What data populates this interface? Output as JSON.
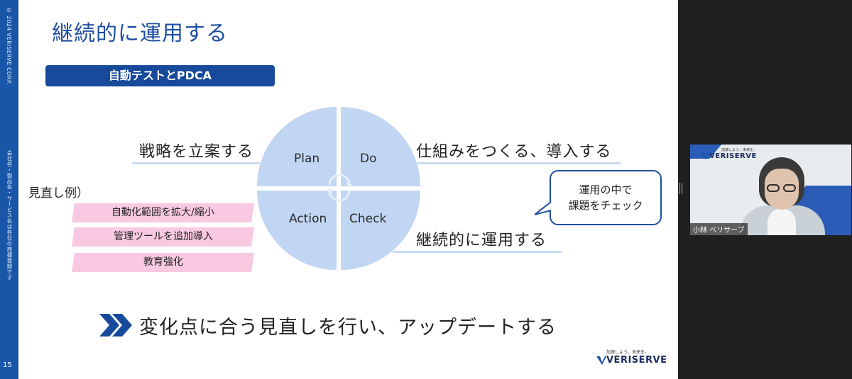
{
  "slide": {
    "title": "継続的に運用する",
    "section_label": "自動テストとPDCA",
    "page_number": "15",
    "copyright": "© 2024 VERISERVE CORP.",
    "disclaimer": "会社名・製品名・サービス名は各社の商標登録です",
    "pdca": {
      "plan": "Plan",
      "do": "Do",
      "action": "Action",
      "check": "Check"
    },
    "plan_text": "戦略を立案する",
    "do_text": "仕組みをつくる、導入する",
    "check_text": "継続的に運用する",
    "review_heading": "見直し例）",
    "review_items": [
      "自動化範囲を拡大/縮小",
      "管理ツールを追加導入",
      "教育強化"
    ],
    "bubble_line1": "運用の中で",
    "bubble_line2": "課題をチェック",
    "conclusion": "変化点に合う見直しを行い、アップデートする",
    "logo_tagline": "加速しよう、未来を。",
    "logo_name": "VERISERVE"
  },
  "video": {
    "participant_name": "小林 ベリサーブ",
    "logo_tagline": "加速しよう、未来を。",
    "logo_name": "VERISERVE"
  },
  "colors": {
    "brand_blue": "#1f4ea1",
    "circle_fill": "#c0d6f2",
    "pink": "#f8c9e0"
  }
}
